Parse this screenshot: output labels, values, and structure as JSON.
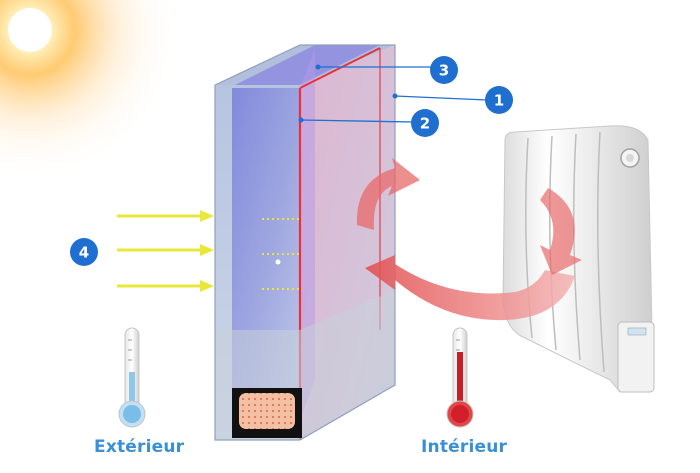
{
  "diagram": {
    "labels": {
      "exterior": "Extérieur",
      "interior": "Intérieur"
    },
    "badges": {
      "b1": "1",
      "b2": "2",
      "b3": "3",
      "b4": "4"
    },
    "icons": [
      "sun-icon",
      "radiator-icon",
      "thermometer-cold-icon",
      "thermometer-hot-icon",
      "heat-cycle-arrow-icon"
    ],
    "colors": {
      "badge": "#1f6fd1",
      "caption": "#3a8fd6",
      "solar_arrow": "#e8e83a",
      "low_e_coating": "#e8313a",
      "heat_arrow": "#e86a6a"
    }
  }
}
